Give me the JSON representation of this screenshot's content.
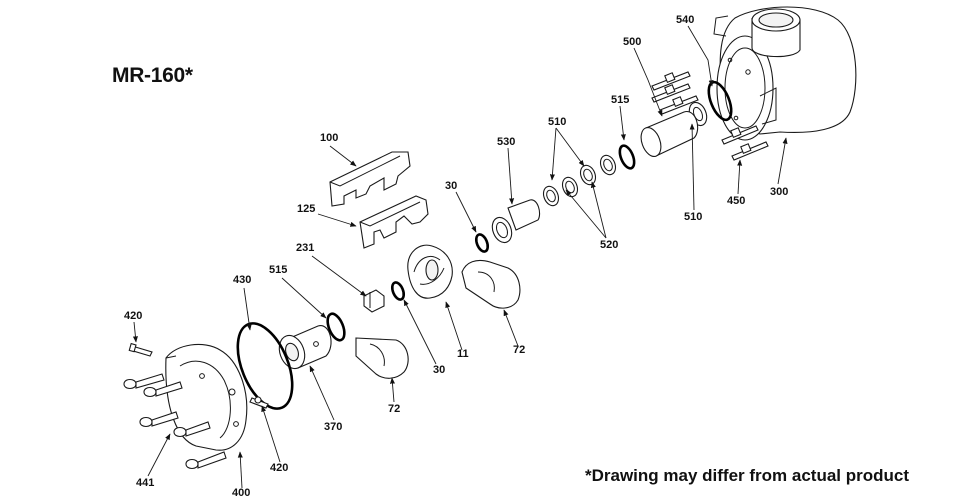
{
  "title": "MR-160*",
  "footnote": "*Drawing may differ from actual product",
  "callouts": [
    {
      "label": "540"
    },
    {
      "label": "500"
    },
    {
      "label": "515"
    },
    {
      "label": "510"
    },
    {
      "label": "530"
    },
    {
      "label": "100"
    },
    {
      "label": "30"
    },
    {
      "label": "125"
    },
    {
      "label": "231"
    },
    {
      "label": "430"
    },
    {
      "label": "515"
    },
    {
      "label": "420"
    },
    {
      "label": "11"
    },
    {
      "label": "72"
    },
    {
      "label": "30"
    },
    {
      "label": "370"
    },
    {
      "label": "72"
    },
    {
      "label": "441"
    },
    {
      "label": "400"
    },
    {
      "label": "420"
    },
    {
      "label": "520"
    },
    {
      "label": "510"
    },
    {
      "label": "450"
    },
    {
      "label": "300"
    }
  ]
}
